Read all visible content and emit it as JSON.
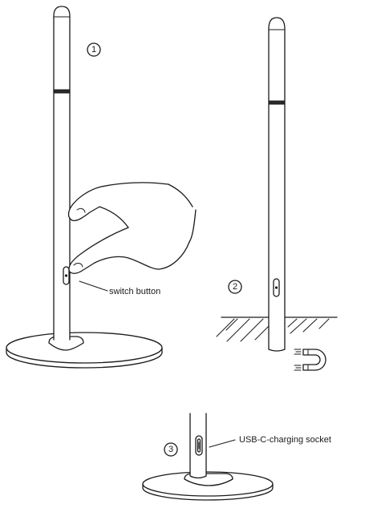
{
  "steps": [
    {
      "number": "1",
      "callout": "switch button"
    },
    {
      "number": "2",
      "callout": ""
    },
    {
      "number": "3",
      "callout": "USB-C-charging socket"
    }
  ],
  "icons": {
    "step1": [
      "lamp-pole-icon",
      "lamp-base-icon",
      "pointing-hand-icon",
      "switch-button-icon"
    ],
    "step2": [
      "lamp-pole-icon",
      "floor-surface-icon",
      "magnet-icon"
    ],
    "step3": [
      "lamp-pole-icon",
      "lamp-base-icon",
      "usb-c-socket-icon"
    ]
  },
  "colors": {
    "line": "#1a1a1a",
    "background": "#ffffff"
  }
}
